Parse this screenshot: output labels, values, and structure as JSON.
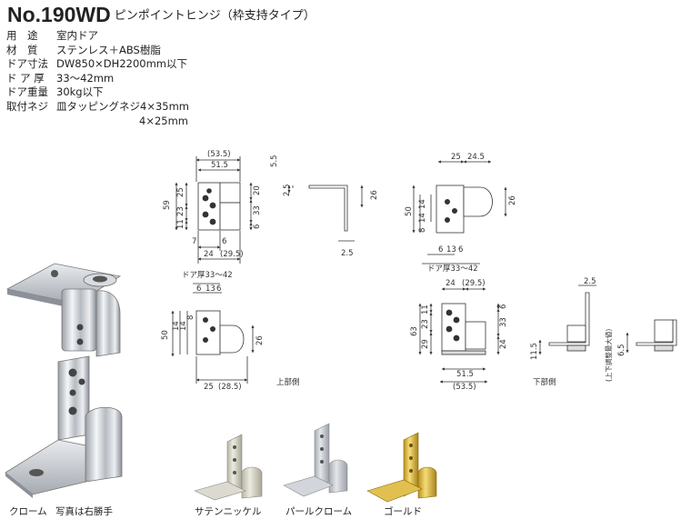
{
  "header": {
    "model": "No.190WD",
    "subtitle": "ピンポイントヒンジ（枠支持タイプ）"
  },
  "specs": [
    {
      "label": "用　途",
      "value": "室内ドア"
    },
    {
      "label": "材　質",
      "value": "ステンレス＋ABS樹脂"
    },
    {
      "label": "ドア寸法",
      "value": "DW850×DH2200mm以下"
    },
    {
      "label": "ド ア 厚",
      "value": "33〜42mm"
    },
    {
      "label": "ドア重量",
      "value": "30kg以下"
    },
    {
      "label": "取付ネジ",
      "value": "皿タッピングネジ4×35mm"
    }
  ],
  "specs_continuation": "4×25mm",
  "drawing": {
    "top_left": {
      "d_53_5": "(53.5)",
      "d_51_5": "51.5",
      "d_59": "59",
      "d_25": "25",
      "d_23": "23",
      "d_11": "11",
      "d_20": "20",
      "d_33": "33",
      "d_6": "6",
      "d_7": "7",
      "d_6b": "6",
      "d_24": "24",
      "d_29_5": "(29.5)"
    },
    "top_side": {
      "d_5_5": "5.5",
      "d_2_5": "2.5",
      "d_26": "26",
      "d_2_5b": "2.5"
    },
    "top_right": {
      "d_25": "25",
      "d_24_5": "24.5",
      "d_50": "50",
      "d_14a": "14",
      "d_14b": "14",
      "d_8": "8",
      "d_6a": "6",
      "d_13": "13",
      "d_6b": "6",
      "d_26": "26",
      "door_thickness": "ドア厚33〜42"
    },
    "mid_left": {
      "door_thickness": "ドア厚33〜42",
      "d_6a": "6",
      "d_13": "13",
      "d_6b": "6",
      "d_50": "50",
      "d_14a": "14",
      "d_14b": "14",
      "d_8": "8",
      "d_26": "26",
      "d_25": "25",
      "d_28_5": "(28.5)"
    },
    "mid_right": {
      "d_24": "24",
      "d_29_5": "(29.5)",
      "d_63": "63",
      "d_11": "11",
      "d_23": "23",
      "d_29": "29",
      "d_6": "6",
      "d_33": "33",
      "d_24b": "24",
      "d_51_5": "51.5",
      "d_53_5": "(53.5)"
    },
    "mid_side": {
      "d_2_5": "2.5",
      "d_11_5": "11.5",
      "d_6_5": "6.5",
      "adjust_note": "(上下調整最大値)"
    },
    "label_upper": "上部側",
    "label_lower": "下部側"
  },
  "captions": {
    "chrome": "クローム",
    "right_hand_note": "写真は右勝手",
    "satin_nickel": "サテンニッケル",
    "pearl_chrome": "パールクローム",
    "gold": "ゴールド"
  },
  "colors": {
    "line": "#333333",
    "chrome": "#c9ccd2",
    "satin": "#d8d6c8",
    "gold": "#d8b43c"
  }
}
